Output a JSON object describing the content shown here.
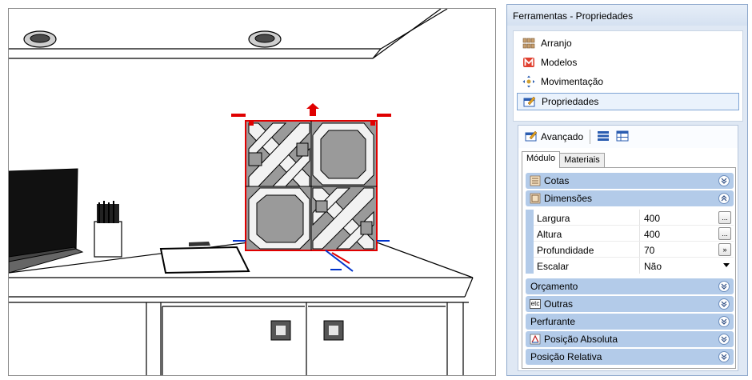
{
  "panel": {
    "title": "Ferramentas - Propriedades",
    "tools": [
      {
        "label": "Arranjo",
        "icon": "arrange-icon"
      },
      {
        "label": "Modelos",
        "icon": "models-icon"
      },
      {
        "label": "Movimentação",
        "icon": "move-icon"
      },
      {
        "label": "Propriedades",
        "icon": "properties-icon",
        "selected": true
      }
    ]
  },
  "properties": {
    "toolbar": {
      "advanced_label": "Avançado"
    },
    "tabs": [
      {
        "label": "Módulo",
        "active": true
      },
      {
        "label": "Materiais",
        "active": false
      }
    ],
    "groups": {
      "cotas": "Cotas",
      "dimensoes": "Dimensões",
      "orcamento": "Orçamento",
      "outras": "Outras",
      "outras_icon_text": "etc",
      "perfurante": "Perfurante",
      "posicao_absoluta": "Posição Absoluta",
      "posicao_relativa": "Posição Relativa"
    },
    "dimensions": [
      {
        "name": "Largura",
        "value": "400",
        "button": "..."
      },
      {
        "name": "Altura",
        "value": "400",
        "button": "..."
      },
      {
        "name": "Profundidade",
        "value": "70",
        "button": "»"
      },
      {
        "name": "Escalar",
        "value": "Não",
        "button": ""
      }
    ]
  },
  "colors": {
    "accent_red": "#e00000",
    "group_header": "#b3cbe9",
    "panel_bg": "#dfe8f4"
  }
}
